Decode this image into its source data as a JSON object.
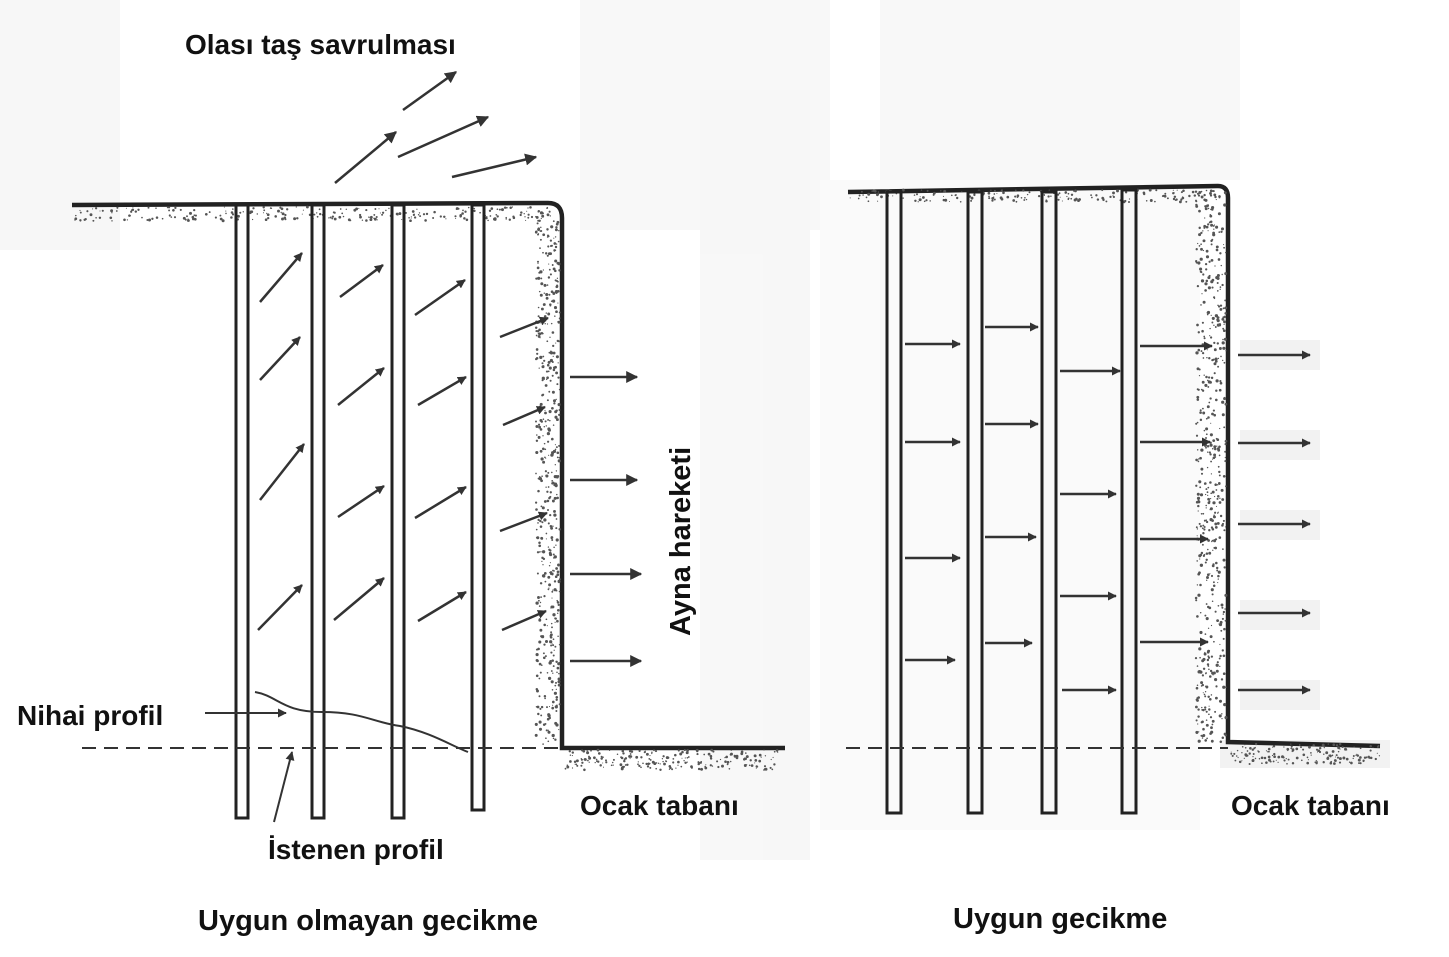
{
  "labels": {
    "flyrock": "Olası taş savrulması",
    "face_movement": "Ayna hareketi",
    "final_profile": "Nihai profil",
    "desired_profile": "İstenen profil",
    "floor_left": "Ocak tabanı",
    "floor_right": "Ocak tabanı",
    "caption_left": "Uygun olmayan gecikme",
    "caption_right": "Uygun gecikme"
  },
  "colors": {
    "ink": "#222222",
    "paper": "#ffffff",
    "speckle": "#555555",
    "scan_shade": "#e8e8e8"
  }
}
